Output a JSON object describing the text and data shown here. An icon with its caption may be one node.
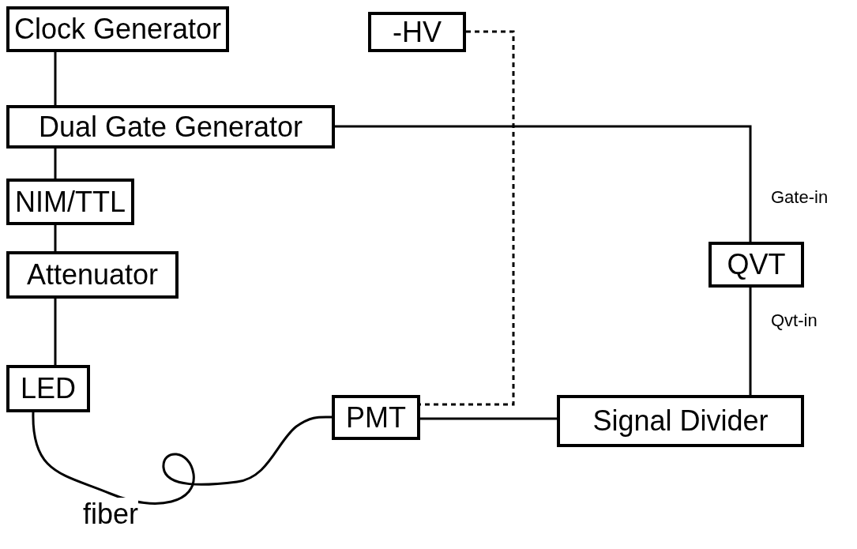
{
  "diagram": {
    "nodes": [
      {
        "text": [
          "Clock Generator"
        ]
      },
      {
        "text": [
          "-HV"
        ]
      },
      {
        "text": [
          "Dual Gate Generator"
        ]
      },
      {
        "text": [
          "NIM/TTL"
        ]
      },
      {
        "text": [
          "Attenuator"
        ]
      },
      {
        "text": [
          "LED"
        ]
      },
      {
        "text": [
          "QVT"
        ]
      },
      {
        "text": [
          "PMT"
        ]
      },
      {
        "text": [
          "Signal Divider"
        ]
      }
    ],
    "edges": [
      {
        "from": 0,
        "to": 2,
        "arrow": "none"
      },
      {
        "from": 2,
        "to": 3,
        "arrow": "none"
      },
      {
        "from": 3,
        "to": 4,
        "arrow": "none"
      },
      {
        "from": 4,
        "to": 5,
        "arrow": "none"
      },
      {
        "from": 2,
        "to": 6,
        "arrow": "none"
      },
      {
        "from": 6,
        "to": 8,
        "arrow": "none"
      },
      {
        "from": 7,
        "to": 8,
        "arrow": "none"
      },
      {
        "from": 1,
        "to": 7,
        "arrow": "none",
        "style": "dashed"
      },
      {
        "from": 5,
        "to": 7,
        "arrow": "none",
        "label": "fiber"
      }
    ],
    "labels": [
      "Gate-in",
      "Qvt-in"
    ]
  }
}
